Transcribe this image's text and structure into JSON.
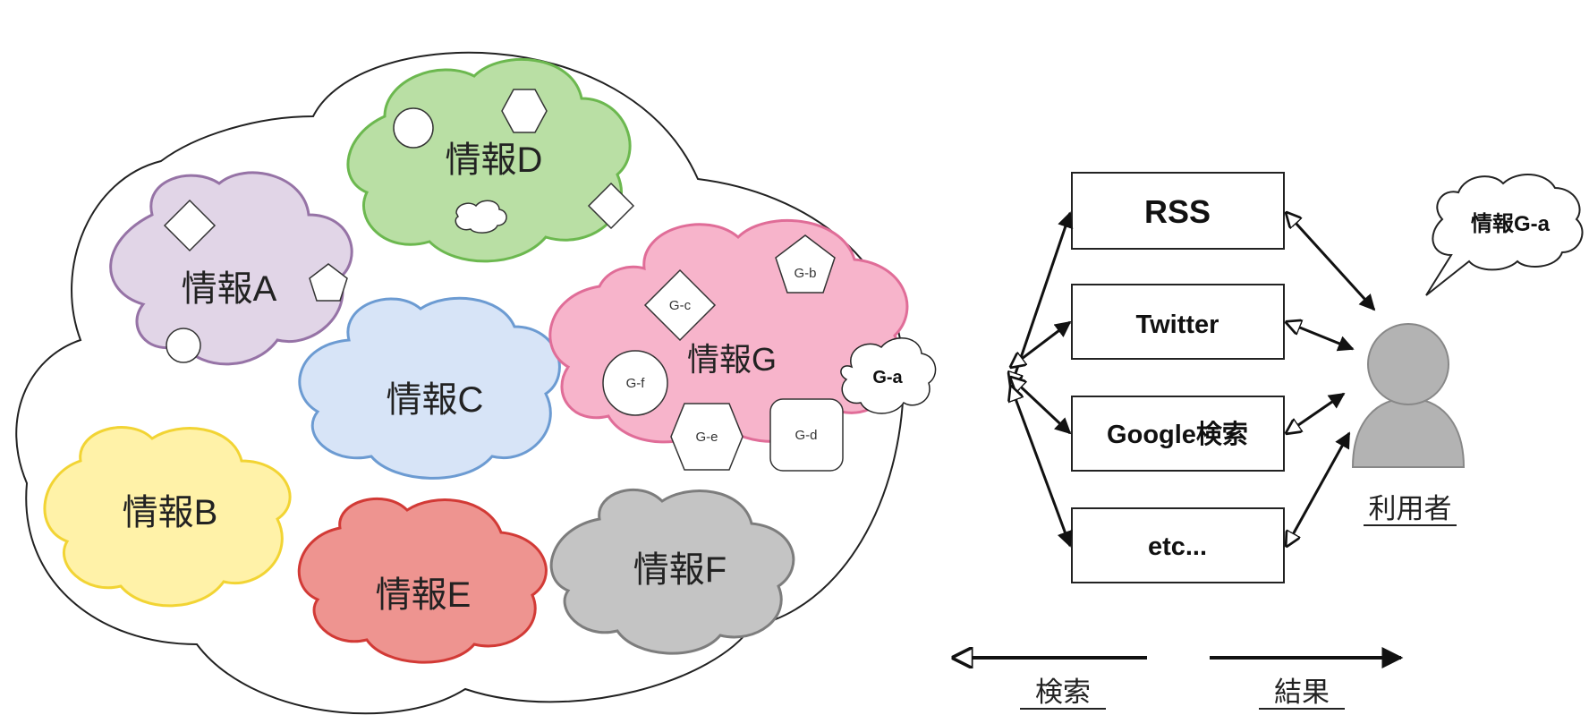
{
  "clouds": {
    "a": {
      "label": "情報A",
      "fill": "#e1d5e7",
      "stroke": "#9673a6"
    },
    "b": {
      "label": "情報B",
      "fill": "#fff2a8",
      "stroke": "#f2d434"
    },
    "c": {
      "label": "情報C",
      "fill": "#d7e4f7",
      "stroke": "#6c9bd2"
    },
    "d": {
      "label": "情報D",
      "fill": "#b9dfa4",
      "stroke": "#6cb84f"
    },
    "e": {
      "label": "情報E",
      "fill": "#ee9490",
      "stroke": "#d23a36"
    },
    "f": {
      "label": "情報F",
      "fill": "#c4c4c4",
      "stroke": "#7d7d7d"
    },
    "g": {
      "label": "情報G",
      "fill": "#f7b4cb",
      "stroke": "#e06d98"
    }
  },
  "g_items": {
    "ga": "G-a",
    "gb": "G-b",
    "gc": "G-c",
    "gd": "G-d",
    "ge": "G-e",
    "gf": "G-f"
  },
  "services": [
    {
      "label": "RSS"
    },
    {
      "label": "Twitter"
    },
    {
      "label": "Google検索"
    },
    {
      "label": "etc..."
    }
  ],
  "user": {
    "label": "利用者",
    "speech": "情報G-a",
    "icon": "user-icon",
    "color": "#b3b3b3"
  },
  "legend": {
    "search": "検索",
    "result": "結果"
  }
}
